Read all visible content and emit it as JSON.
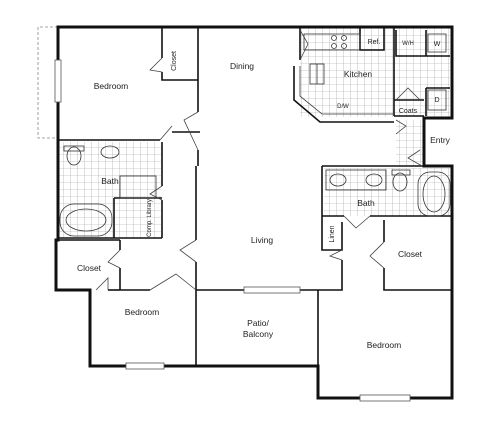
{
  "rooms": {
    "bedroom_nw": "Bedroom",
    "closet_nw": "Closet",
    "dining": "Dining",
    "kitchen": "Kitchen",
    "ref": "Ref.",
    "wh": "W/H",
    "w": "W",
    "d": "D",
    "dw": "D/W",
    "coats": "Coats",
    "entry": "Entry",
    "bath_w": "Bath",
    "comp_library": "Comp. Library",
    "living": "Living",
    "bath_e": "Bath",
    "linen": "Linen",
    "closet_e": "Closet",
    "closet_sw": "Closet",
    "bedroom_sw": "Bedroom",
    "patio": "Patio/",
    "balcony": "Balcony",
    "bedroom_se": "Bedroom"
  },
  "colors": {
    "wall": "#111111",
    "tile": "#9a9a9a",
    "background": "#ffffff"
  }
}
